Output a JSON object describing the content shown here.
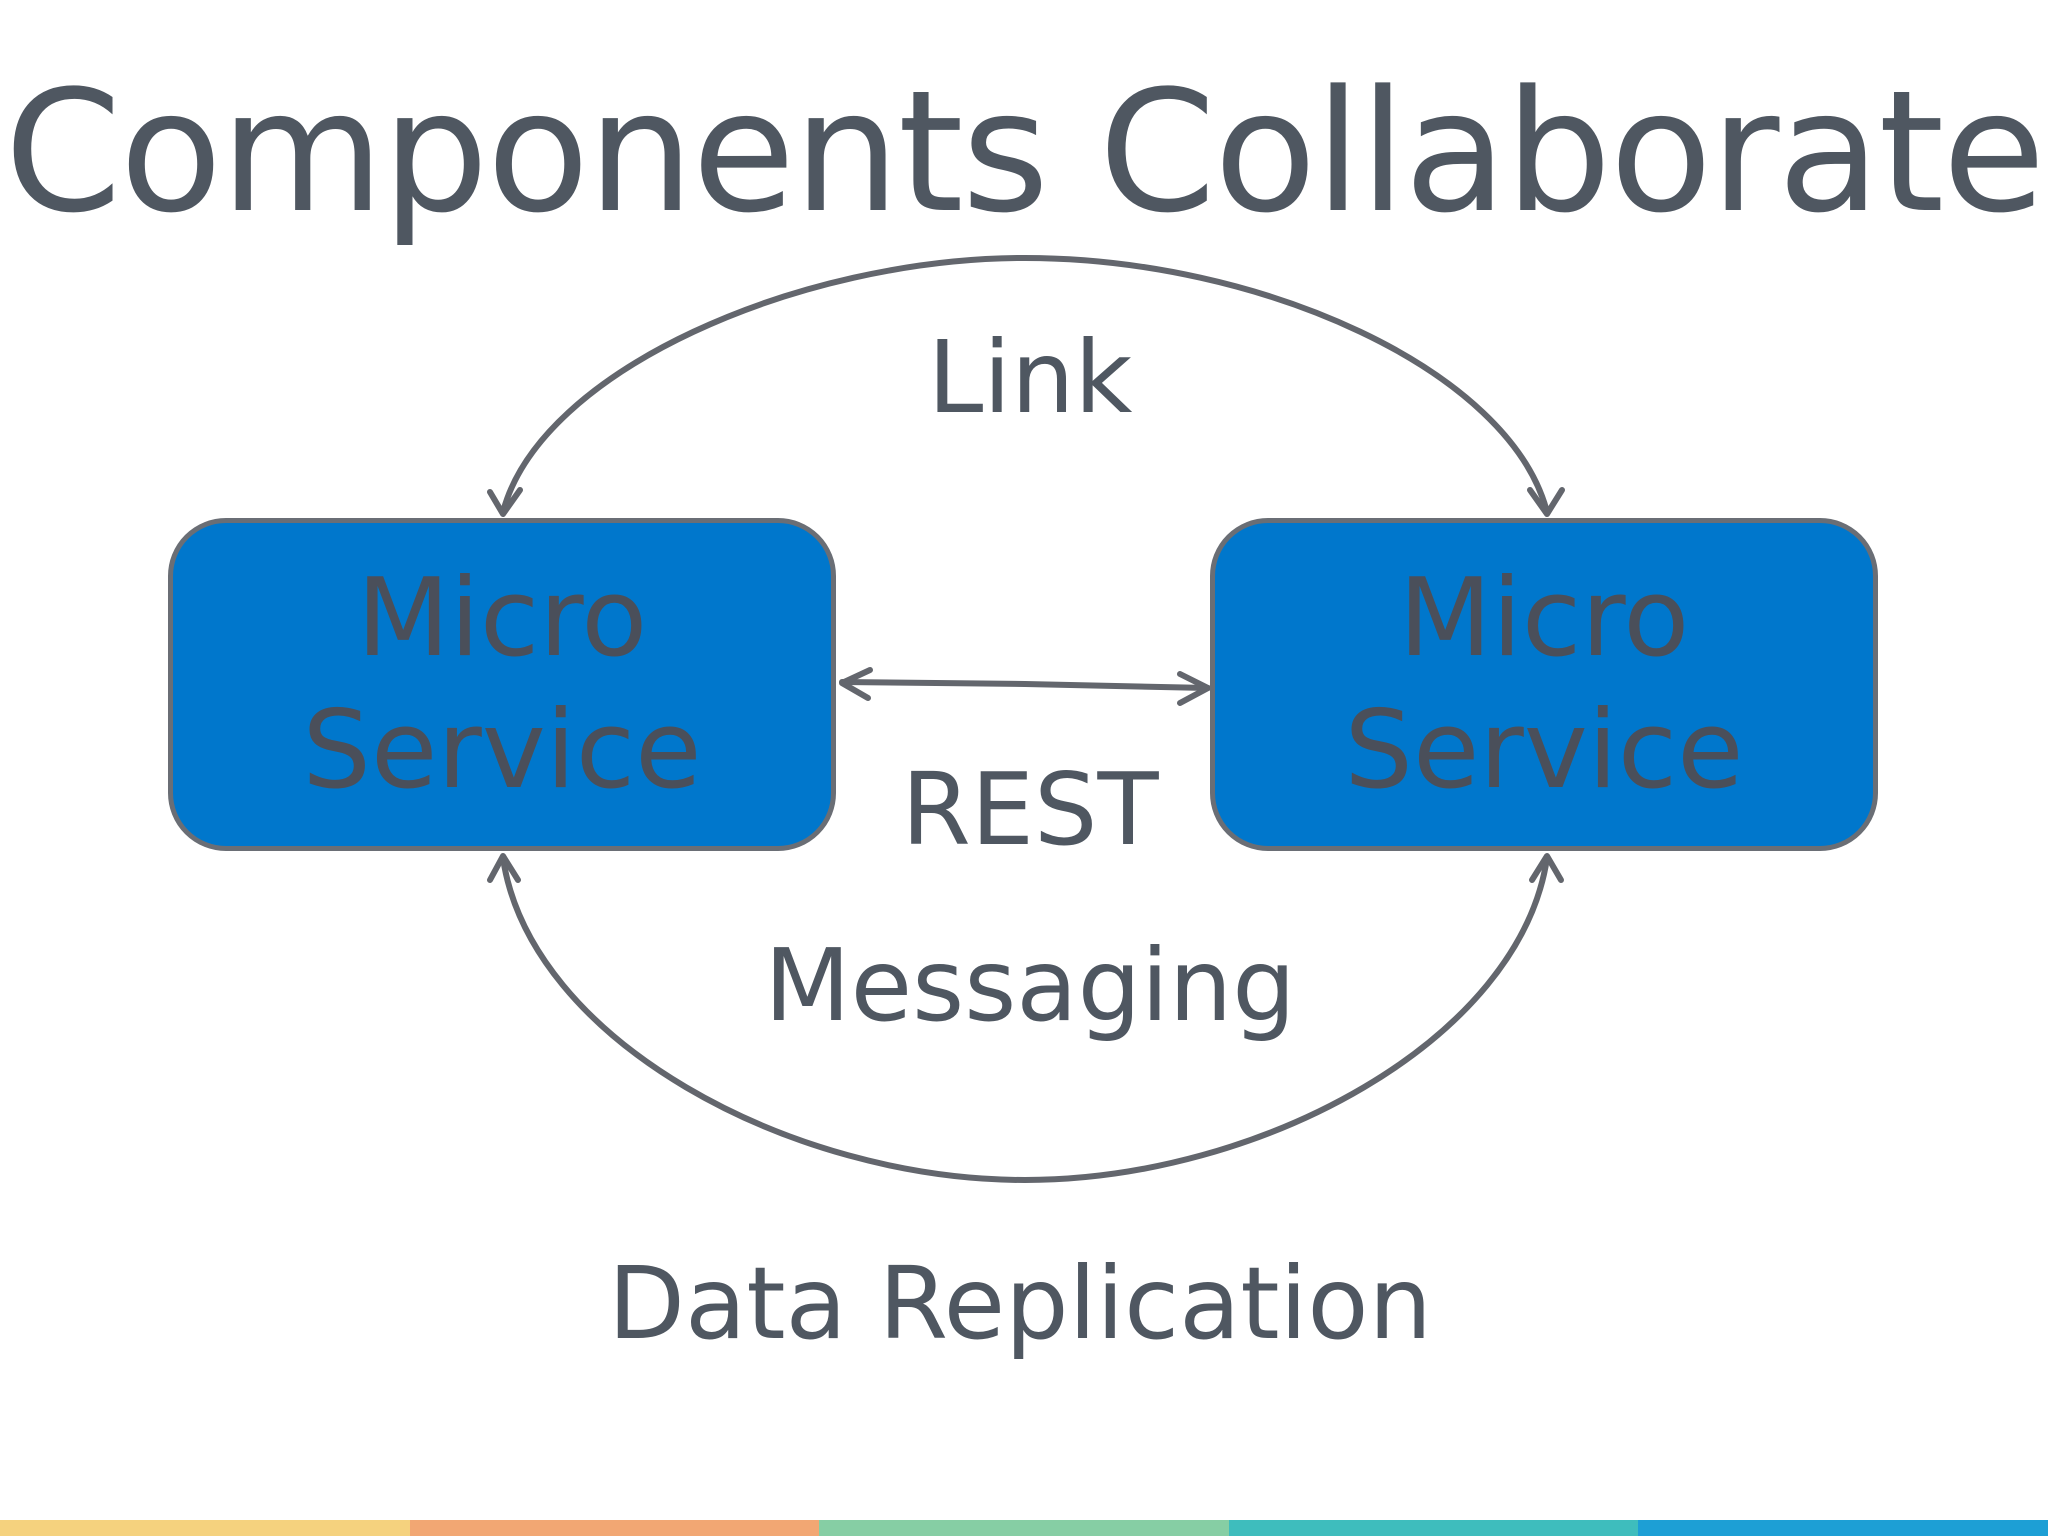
{
  "title": "Components Collaborate",
  "services": [
    {
      "line1": "Micro",
      "line2": "Service"
    },
    {
      "line1": "Micro",
      "line2": "Service"
    }
  ],
  "connections": {
    "link": "Link",
    "rest": "REST",
    "messaging": "Messaging",
    "data_replication": "Data Replication"
  },
  "colors": {
    "box_fill": "#0077cc",
    "box_border": "#6a6e75",
    "text": "#4f5761",
    "arrow": "#63666d",
    "footer": [
      "#f5d27e",
      "#f2a773",
      "#86cea4",
      "#3ebdbd",
      "#1d9fd5"
    ]
  }
}
